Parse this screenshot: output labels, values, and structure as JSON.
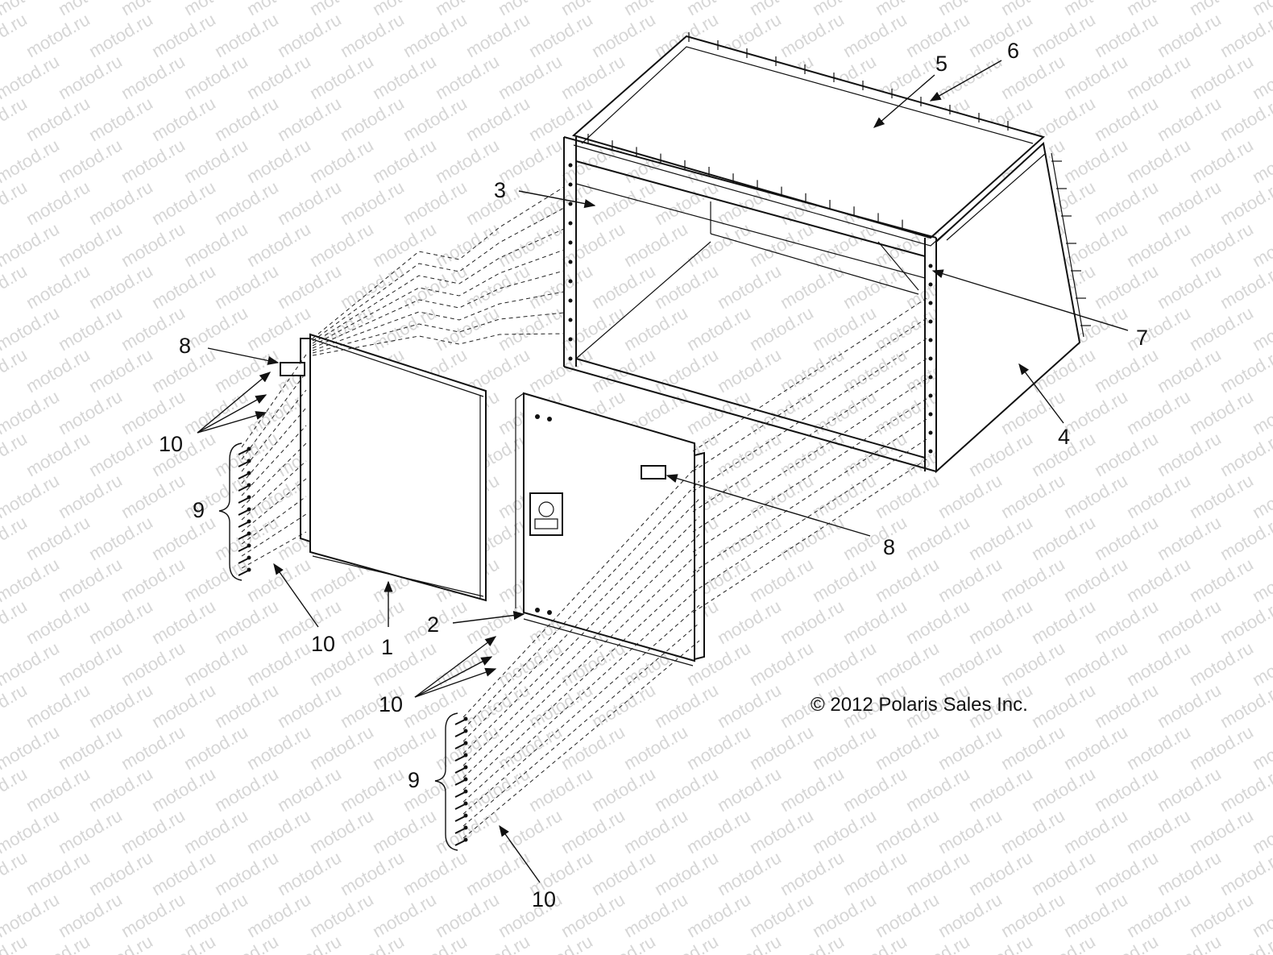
{
  "watermark": "motod.ru",
  "copyright": "© 2012 Polaris Sales Inc.",
  "callouts": {
    "c1": "1",
    "c2": "2",
    "c3": "3",
    "c4": "4",
    "c5": "5",
    "c6": "6",
    "c7": "7",
    "c8a": "8",
    "c8b": "8",
    "c9a": "9",
    "c9b": "9",
    "c10a": "10",
    "c10b": "10",
    "c10c": "10",
    "c10d": "10"
  }
}
